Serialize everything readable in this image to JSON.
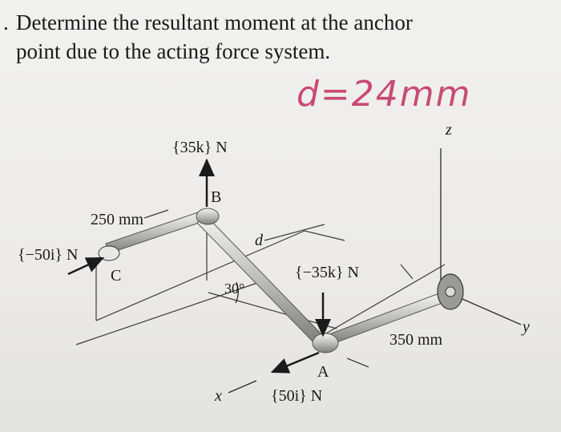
{
  "problem": {
    "marker": ".",
    "line1": "Determine the resultant moment at the anchor",
    "line2": "point due to the acting force system."
  },
  "handwritten_note": "d=24mm",
  "figure": {
    "force_B": "{35k} N",
    "force_C": "{−50i} N",
    "force_mid": "{−35k} N",
    "force_A": "{50i} N",
    "dim_250": "250 mm",
    "dim_350": "350 mm",
    "angle": "30°",
    "point_B": "B",
    "point_C": "C",
    "point_A": "A",
    "dim_d": "d",
    "axis_z": "z",
    "axis_y": "y",
    "axis_x": "x"
  },
  "colors": {
    "ink": "#1b1b1b",
    "pipe": "#b9b9b6",
    "handwriting": "#c94a73"
  }
}
